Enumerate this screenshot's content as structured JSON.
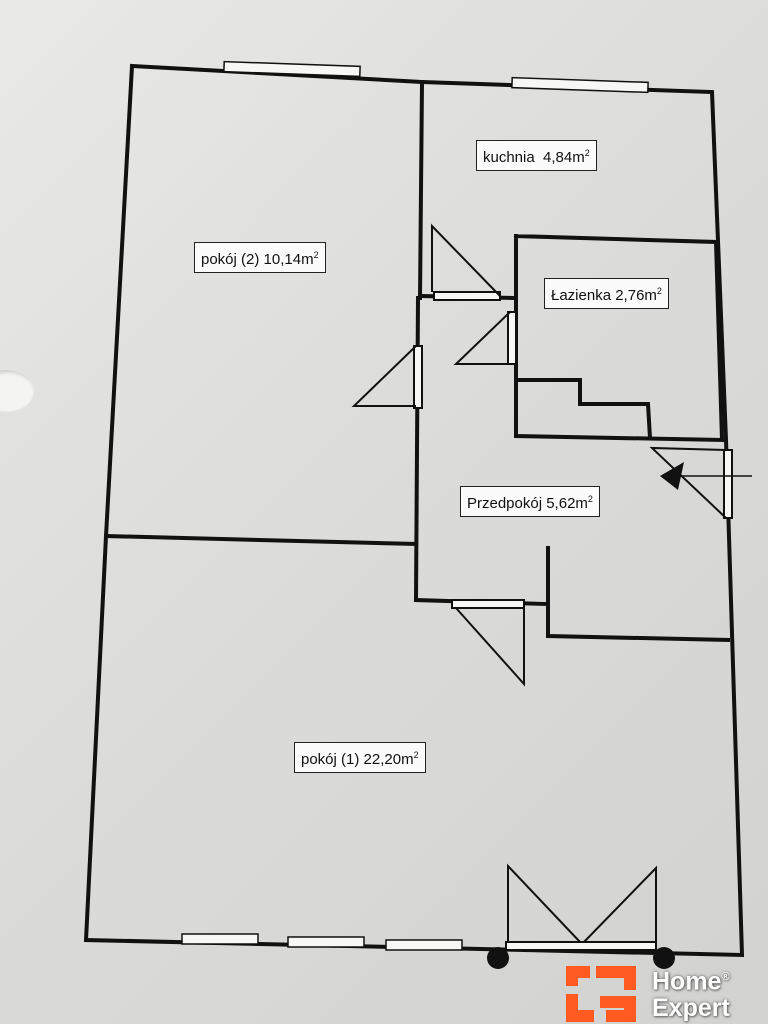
{
  "rooms": {
    "kuchnia": {
      "name": "kuchnia",
      "area": "4,84m",
      "unit_power": "2"
    },
    "lazienka": {
      "name": "Łazienka",
      "area": "2,76m",
      "unit_power": "2"
    },
    "pokoj2": {
      "name": "pokój (2)",
      "area": "10,14m",
      "unit_power": "2"
    },
    "przedpokoj": {
      "name": "Przedpokój",
      "area": "5,62m",
      "unit_power": "2"
    },
    "pokoj1": {
      "name": "pokój (1)",
      "area": "22,20m",
      "unit_power": "2"
    }
  },
  "logo": {
    "line1": "Home",
    "registered": "®",
    "line2": "Expert",
    "color": "#ff5a1f"
  },
  "colors": {
    "wall": "#111111",
    "paper": "#e6e6e4"
  }
}
